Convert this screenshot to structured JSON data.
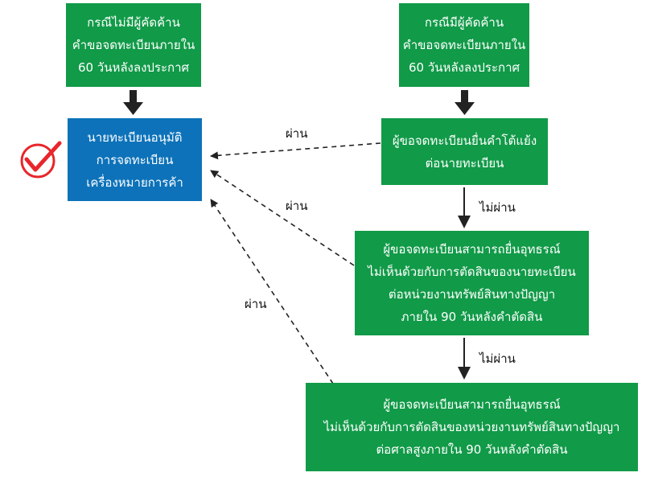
{
  "boxes": {
    "no_objection": [
      "กรณีไม่มีผู้คัดค้าน",
      "คำขอจดทะเบียนภายใน",
      "60 วันหลังลงประกาศ"
    ],
    "objection": [
      "กรณีมีผู้คัดค้าน",
      "คำขอจดทะเบียนภายใน",
      "60 วันหลังลงประกาศ"
    ],
    "approve": [
      "นายทะเบียนอนุมัติ",
      "การจดทะเบียน",
      "เครื่องหมายการค้า"
    ],
    "counter_statement": [
      "ผู้ขอจดทะเบียนยื่นคำโต้แย้ง",
      "ต่อนายทะเบียน"
    ],
    "appeal_board": [
      "ผู้ขอจดทะเบียนสามารถยื่นอุทธรณ์",
      "ไม่เห็นด้วยกับการตัดสินของนายทะเบียน",
      "ต่อหน่วยงานทรัพย์สินทางปัญญา",
      "ภายใน 90 วันหลังคำตัดสิน"
    ],
    "appeal_court": [
      "ผู้ขอจดทะเบียนสามารถยื่นอุทธรณ์",
      "ไม่เห็นด้วยกับการตัดสินของหน่วยงานทรัพย์สินทางปัญญา",
      "ต่อศาลสูงภายใน 90 วันหลังคำตัดสิน"
    ]
  },
  "labels": {
    "pass_1": "ผ่าน",
    "pass_2": "ผ่าน",
    "pass_3": "ผ่าน",
    "fail_1": "ไม่ผ่าน",
    "fail_2": "ไม่ผ่าน"
  },
  "colors": {
    "green": "#119a48",
    "blue": "#0d72b9",
    "check": "#e8262b",
    "arrow": "#222222"
  }
}
